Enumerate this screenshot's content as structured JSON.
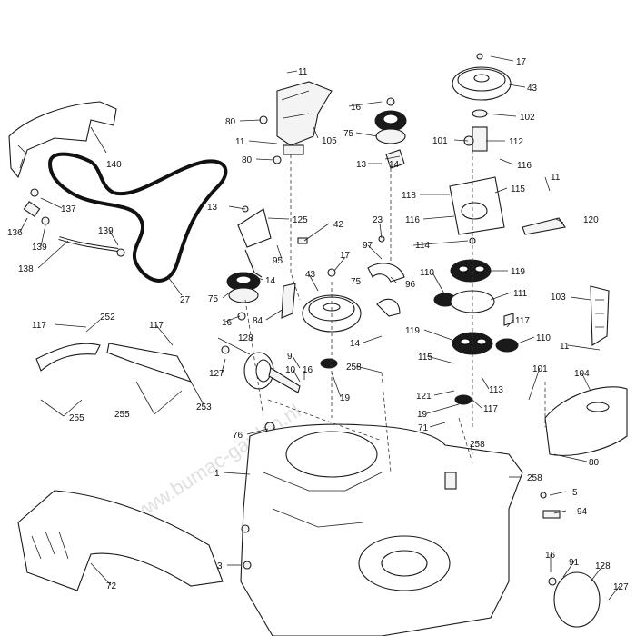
{
  "watermark": "www.bumac-garden.nl",
  "callouts": [
    {
      "id": "c11a",
      "text": "11"
    },
    {
      "id": "c105",
      "text": "105"
    },
    {
      "id": "c80a",
      "text": "80"
    },
    {
      "id": "c11b",
      "text": "11"
    },
    {
      "id": "c80b",
      "text": "80"
    },
    {
      "id": "c16a",
      "text": "16"
    },
    {
      "id": "c75a",
      "text": "75"
    },
    {
      "id": "c13a",
      "text": "13"
    },
    {
      "id": "c14a",
      "text": "14"
    },
    {
      "id": "c17a",
      "text": "17"
    },
    {
      "id": "c43a",
      "text": "43"
    },
    {
      "id": "c102",
      "text": "102"
    },
    {
      "id": "c101a",
      "text": "101"
    },
    {
      "id": "c112",
      "text": "112"
    },
    {
      "id": "c116a",
      "text": "116"
    },
    {
      "id": "c11c",
      "text": "11"
    },
    {
      "id": "c115a",
      "text": "115"
    },
    {
      "id": "c118",
      "text": "118"
    },
    {
      "id": "c116b",
      "text": "116"
    },
    {
      "id": "c120",
      "text": "120"
    },
    {
      "id": "c140",
      "text": "140"
    },
    {
      "id": "c137",
      "text": "137"
    },
    {
      "id": "c136",
      "text": "136"
    },
    {
      "id": "c139a",
      "text": "139"
    },
    {
      "id": "c139b",
      "text": "139"
    },
    {
      "id": "c138",
      "text": "138"
    },
    {
      "id": "c27",
      "text": "27"
    },
    {
      "id": "c13b",
      "text": "13"
    },
    {
      "id": "c125",
      "text": "125"
    },
    {
      "id": "c42",
      "text": "42"
    },
    {
      "id": "c23",
      "text": "23"
    },
    {
      "id": "c97",
      "text": "97"
    },
    {
      "id": "c17b",
      "text": "17"
    },
    {
      "id": "c95",
      "text": "95"
    },
    {
      "id": "c14b",
      "text": "14"
    },
    {
      "id": "c43b",
      "text": "43"
    },
    {
      "id": "c75b",
      "text": "75"
    },
    {
      "id": "c96",
      "text": "96"
    },
    {
      "id": "c114",
      "text": "114"
    },
    {
      "id": "c110a",
      "text": "110"
    },
    {
      "id": "c119a",
      "text": "119"
    },
    {
      "id": "c111",
      "text": "111"
    },
    {
      "id": "c103",
      "text": "103"
    },
    {
      "id": "c75c",
      "text": "75"
    },
    {
      "id": "c16b",
      "text": "16"
    },
    {
      "id": "c84",
      "text": "84"
    },
    {
      "id": "c14c",
      "text": "14"
    },
    {
      "id": "c117a",
      "text": "117"
    },
    {
      "id": "c119b",
      "text": "119"
    },
    {
      "id": "c110b",
      "text": "110"
    },
    {
      "id": "c11d",
      "text": "11"
    },
    {
      "id": "c117b",
      "text": "117"
    },
    {
      "id": "c252",
      "text": "252"
    },
    {
      "id": "c117c",
      "text": "117"
    },
    {
      "id": "c128a",
      "text": "128"
    },
    {
      "id": "c9",
      "text": "9"
    },
    {
      "id": "c10",
      "text": "10"
    },
    {
      "id": "c16c",
      "text": "16"
    },
    {
      "id": "c127a",
      "text": "127"
    },
    {
      "id": "c258a",
      "text": "258"
    },
    {
      "id": "c115b",
      "text": "115"
    },
    {
      "id": "c101b",
      "text": "101"
    },
    {
      "id": "c104",
      "text": "104"
    },
    {
      "id": "c19a",
      "text": "19"
    },
    {
      "id": "c121",
      "text": "121"
    },
    {
      "id": "c113",
      "text": "113"
    },
    {
      "id": "c253",
      "text": "253"
    },
    {
      "id": "c255a",
      "text": "255"
    },
    {
      "id": "c255b",
      "text": "255"
    },
    {
      "id": "c19b",
      "text": "19"
    },
    {
      "id": "c117d",
      "text": "117"
    },
    {
      "id": "c71",
      "text": "71"
    },
    {
      "id": "c76",
      "text": "76"
    },
    {
      "id": "c80c",
      "text": "80"
    },
    {
      "id": "c258b",
      "text": "258"
    },
    {
      "id": "c1",
      "text": "1"
    },
    {
      "id": "c258c",
      "text": "258"
    },
    {
      "id": "c5",
      "text": "5"
    },
    {
      "id": "c94",
      "text": "94"
    },
    {
      "id": "c3",
      "text": "3"
    },
    {
      "id": "c72",
      "text": "72"
    },
    {
      "id": "c16d",
      "text": "16"
    },
    {
      "id": "c91",
      "text": "91"
    },
    {
      "id": "c128b",
      "text": "128"
    },
    {
      "id": "c127b",
      "text": "127"
    }
  ]
}
